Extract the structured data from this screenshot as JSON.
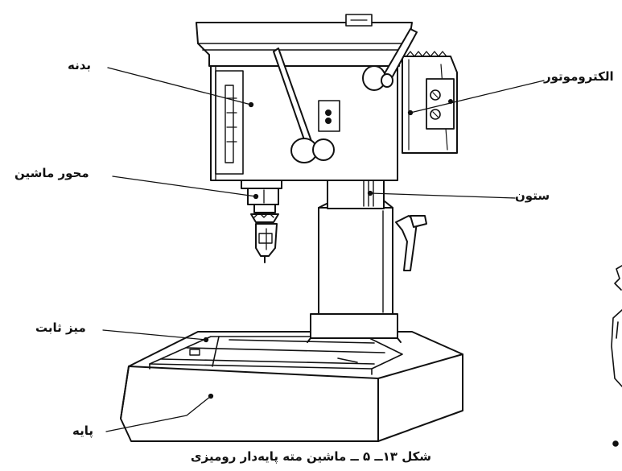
{
  "labels": {
    "body": "بدنه",
    "motor": "الکتروموتور",
    "spindle": "محور ماشین",
    "column": "ستون",
    "fixed_table": "میز ثابت",
    "base": "پایه"
  },
  "caption": "شکل ۱۳ــ ۵ ــ ماشین مته پایه‌دار رومیزی",
  "colors": {
    "ink": "#111111",
    "paper": "#ffffff"
  }
}
